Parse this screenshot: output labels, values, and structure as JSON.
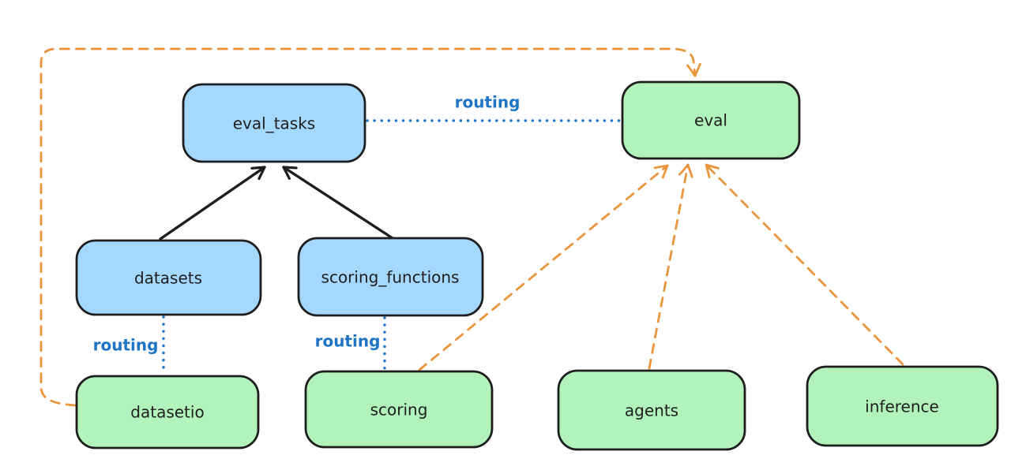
{
  "diagram": {
    "nodes": {
      "eval_tasks": {
        "label": "eval_tasks",
        "fill": "#a5d8ff"
      },
      "eval": {
        "label": "eval",
        "fill": "#b2f2bb"
      },
      "datasets": {
        "label": "datasets",
        "fill": "#a5d8ff"
      },
      "scoring_functions": {
        "label": "scoring_functions",
        "fill": "#a5d8ff"
      },
      "datasetio": {
        "label": "datasetio",
        "fill": "#b2f2bb"
      },
      "scoring": {
        "label": "scoring",
        "fill": "#b2f2bb"
      },
      "agents": {
        "label": "agents",
        "fill": "#b2f2bb"
      },
      "inference": {
        "label": "inference",
        "fill": "#b2f2bb"
      }
    },
    "edge_labels": {
      "eval_tasks_to_eval": "routing",
      "datasets_to_datasetio": "routing",
      "scoring_functions_to_scoring": "routing"
    },
    "colors": {
      "background": "#ffffff",
      "node_stroke": "#1e1e1e",
      "label_text": "#1e1e1e",
      "routing_blue": "#1f75c5",
      "arrow_orange": "#ea953c",
      "arrow_black": "#1e1e1e"
    }
  }
}
